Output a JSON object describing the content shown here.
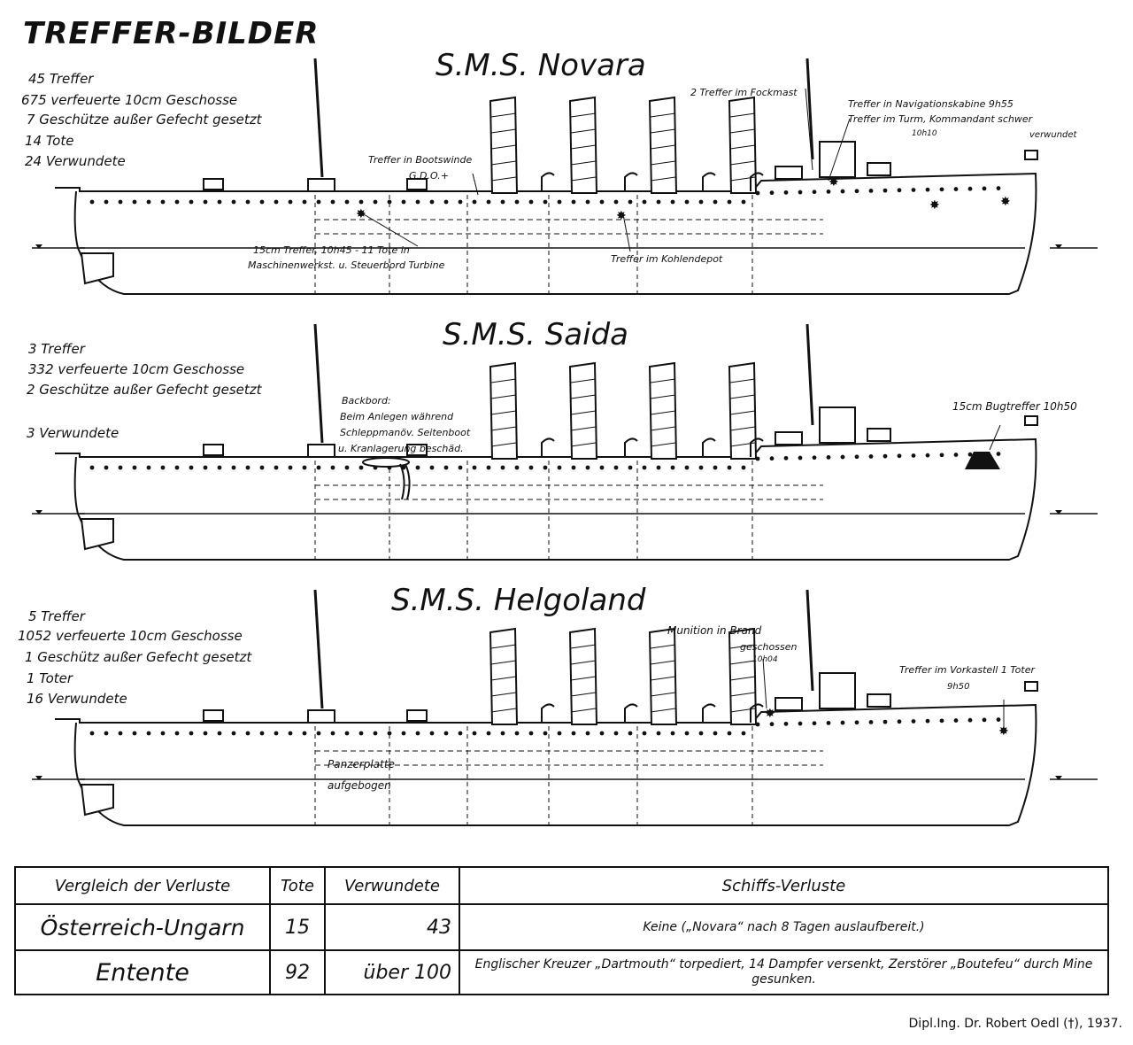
{
  "title": "TREFFER-BILDER",
  "ships": [
    {
      "name": "S.M.S. Novara",
      "stats": [
        "45 Treffer",
        "675 verfeuerte 10cm Geschosse",
        "7 Geschütze außer Gefecht gesetzt",
        "14 Tote",
        "24 Verwundete"
      ],
      "notes": {
        "fockmast": "2 Treffer im Fockmast",
        "nav_cabin": "Treffer in Navigationskabine 9h55",
        "turm": "Treffer im Turm, Kommandant schwer",
        "turm_time": "10h10",
        "verwundet": "verwundet",
        "bootswinde": "Treffer in Bootswinde",
        "gdo": "G.D.O.+",
        "cm15_line1": "15cm Treffer, 10h45 - 11 Tote in",
        "cm15_line2": "Maschinenwerkst. u. Steuerbord Turbine",
        "kohlendepot": "Treffer im Kohlendepot"
      }
    },
    {
      "name": "S.M.S. Saida",
      "stats": [
        "3 Treffer",
        "332 verfeuerte 10cm Geschosse",
        "2 Geschütze außer Gefecht gesetzt",
        "3 Verwundete"
      ],
      "notes": {
        "backbord": [
          "Backbord:",
          "Beim Anlegen während",
          "Schleppmanöv. Seitenboot",
          "u. Kranlagerung beschäd."
        ],
        "bugtreffer": "15cm Bugtreffer 10h50"
      }
    },
    {
      "name": "S.M.S. Helgoland",
      "stats": [
        "5 Treffer",
        "1052 verfeuerte 10cm Geschosse",
        "1 Geschütz außer Gefecht gesetzt",
        "1 Toter",
        "16 Verwundete"
      ],
      "notes": {
        "munition1": "Munition in Brand",
        "munition2": "geschossen",
        "munition_time": "10h04",
        "vorkastell": "Treffer im Vorkastell 1 Toter",
        "vorkastell_time": "9h50",
        "panzer1": "Panzerplatte",
        "panzer2": "aufgebogen"
      }
    }
  ],
  "table": {
    "headers": [
      "Vergleich der Verluste",
      "Tote",
      "Verwundete",
      "Schiffs-Verluste"
    ],
    "rows": [
      [
        "Österreich-Ungarn",
        "15",
        "43",
        "Keine („Novara“ nach 8 Tagen auslaufbereit.)"
      ],
      [
        "Entente",
        "92",
        "über 100",
        "Englischer Kreuzer „Dartmouth“ torpediert, 14 Dampfer versenkt, Zerstörer „Boutefeu“ durch Mine gesunken."
      ]
    ]
  },
  "credit": "Dipl.Ing. Dr. Robert Oedl (†), 1937."
}
